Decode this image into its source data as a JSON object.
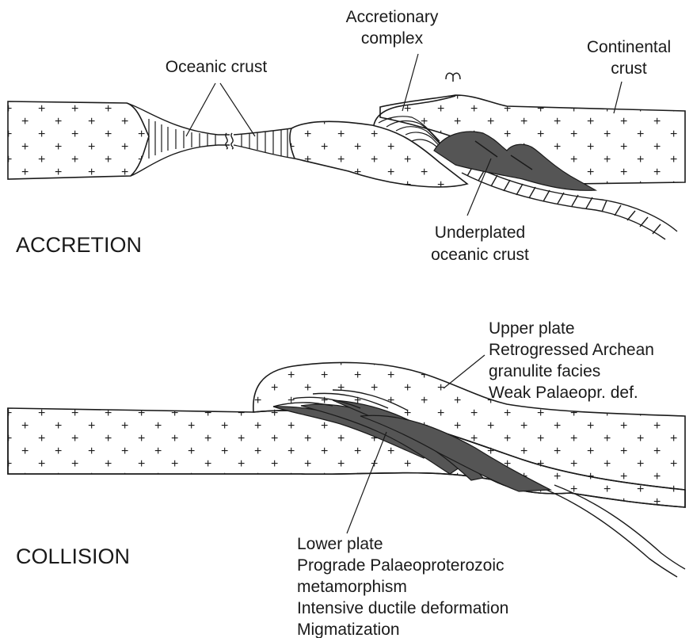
{
  "accretion": {
    "title": "ACCRETION",
    "labels": {
      "oceanic_crust": "Oceanic crust",
      "accretionary_complex": [
        "Accretionary",
        "complex"
      ],
      "continental_crust": [
        "Continental",
        "crust"
      ],
      "underplated": [
        "Underplated",
        "oceanic crust"
      ],
      "volcano_symbol": "♈"
    }
  },
  "collision": {
    "title": "COLLISION",
    "upper_plate": [
      "Upper plate",
      "Retrogressed Archean",
      "granulite facies",
      "Weak  Palaeopr. def."
    ],
    "lower_plate": [
      "Lower plate",
      "Prograde Palaeoproterozoic",
      "metamorphism",
      "Intensive ductile deformation",
      "Migmatization"
    ]
  },
  "colors": {
    "line": "#1a1a1a",
    "dark_fill": "#555555",
    "background": "#ffffff"
  }
}
